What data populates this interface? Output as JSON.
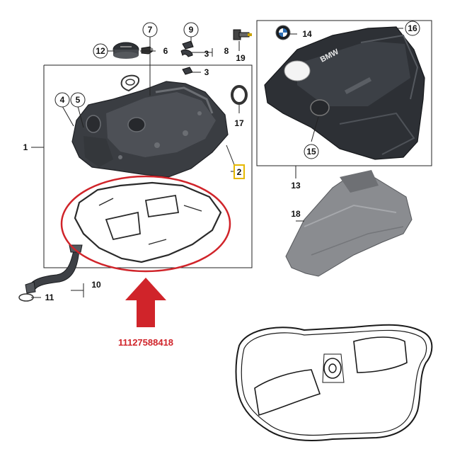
{
  "callouts": {
    "c1": "1",
    "c2": "2",
    "c3a": "3",
    "c3b": "3",
    "c4": "4",
    "c5": "5",
    "c6": "6",
    "c7": "7",
    "c8": "8",
    "c9": "9",
    "c10": "10",
    "c11": "11",
    "c12": "12",
    "c13": "13",
    "c14": "14",
    "c15": "15",
    "c16": "16",
    "c17": "17",
    "c18": "18",
    "c19": "19"
  },
  "part_number": "11127588418",
  "cover_logo_text": "BMW",
  "colors": {
    "highlight_red": "#d0242a",
    "callout_2_box": "#e6b800",
    "part_dark": "#3a3d42",
    "part_mid": "#6b6e73",
    "engine_cover_dark": "#2d3035",
    "heat_shield": "#8a8c90"
  }
}
